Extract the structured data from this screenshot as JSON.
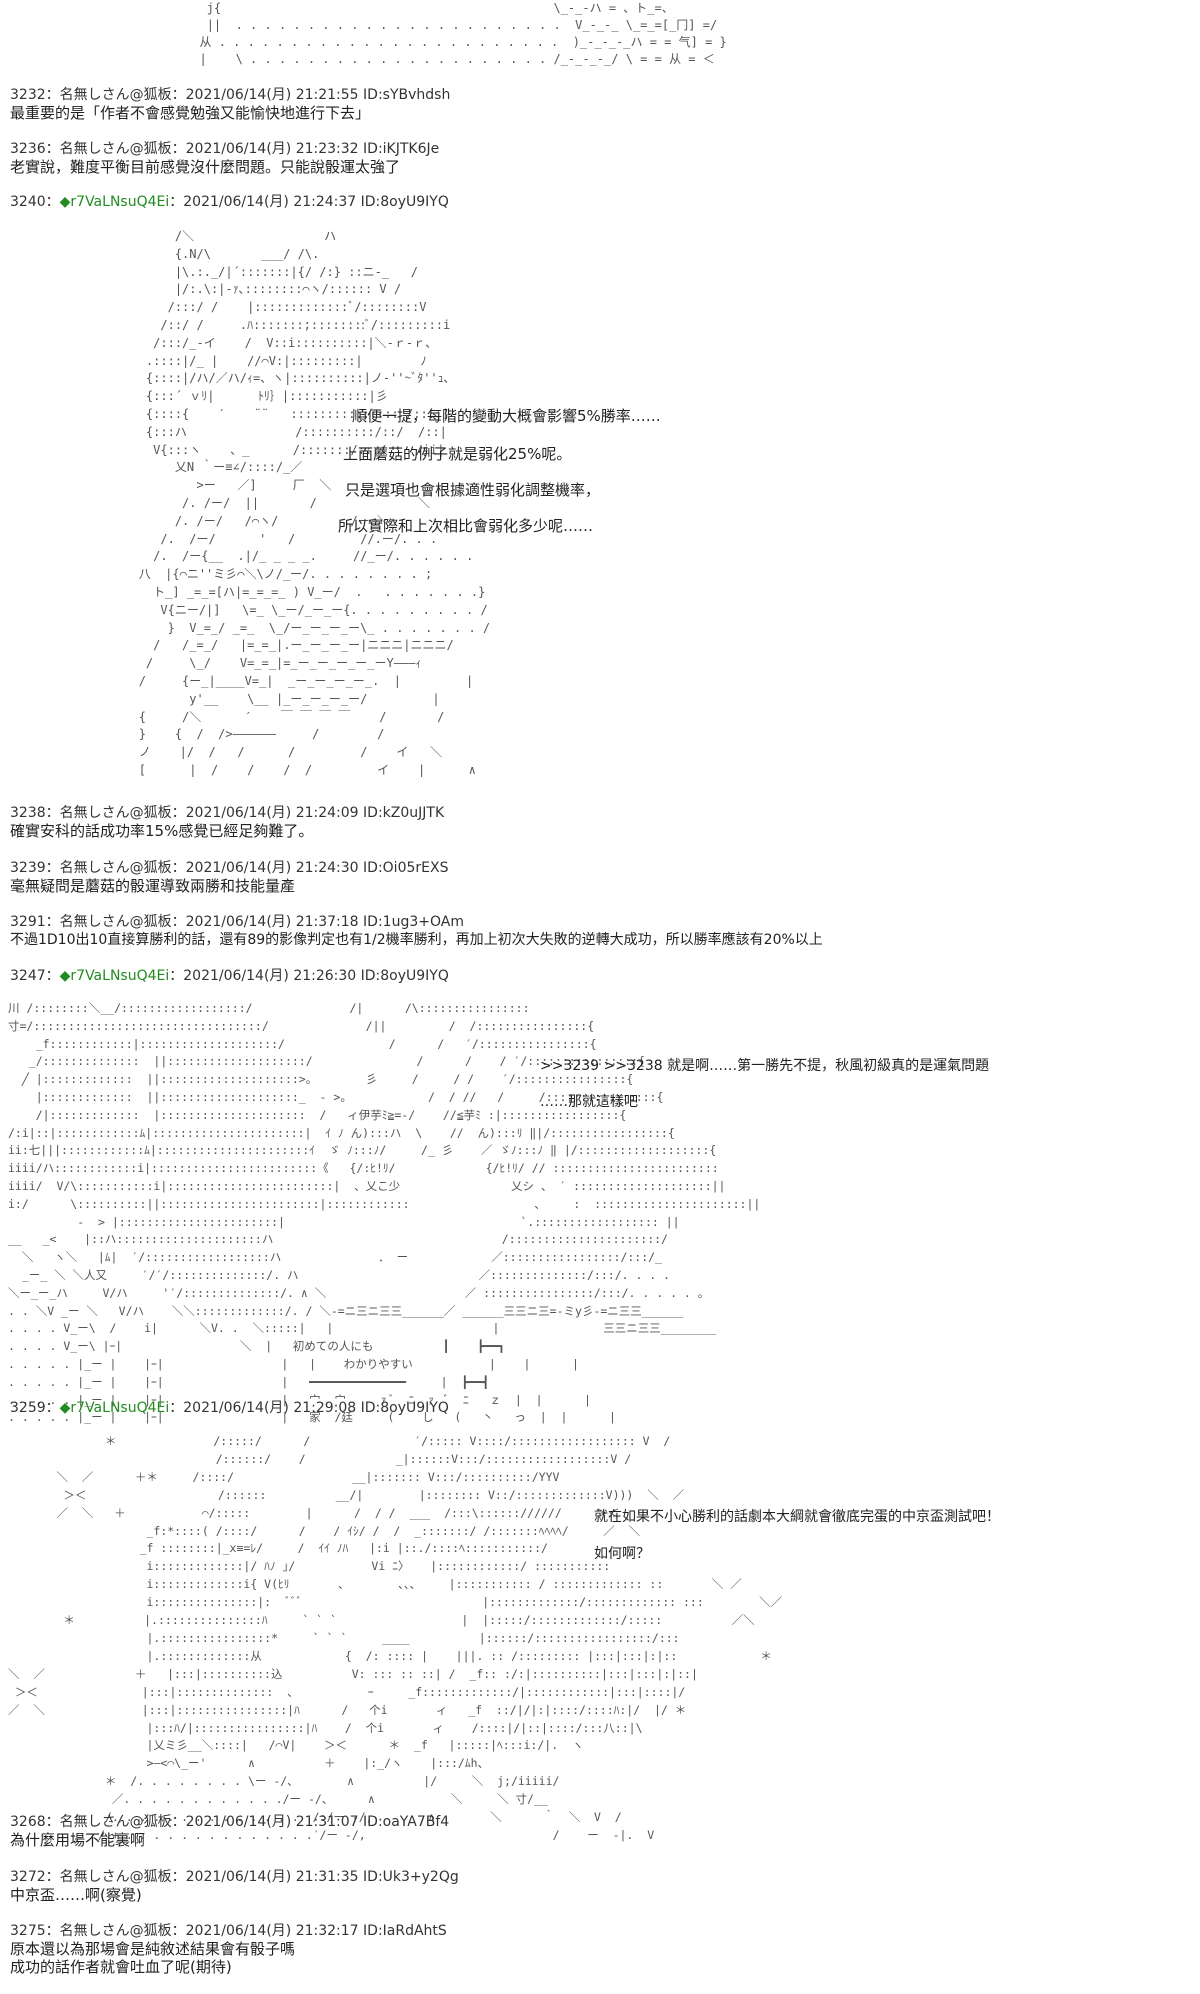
{
  "aa_top": "            j{                                              \\_-_-ハ = 、ト_=、\n            ||  . . . . . . . . . . . . . . . . . . . . . . .  V_-_-_ \\_=_=[_冂] =/\n           从 . . . . . . . . . . . . . . . . . . . . . . . .  )_-_-_-_ハ = = 气] = }\n           |    \\ . . . . . . . . . . . . . . . . . . . . . /_-_-_-_/ \\ = = 从 = ＜",
  "posts": [
    {
      "num": "3232",
      "name": "：名無しさん@狐板",
      "trip": "",
      "datetime": "：2021/06/14(月) 21:21:55 ID:sYBvhdsh",
      "body": [
        "最重要的是「作者不會感覺勉強又能愉快地進行下去」"
      ]
    },
    {
      "num": "3236",
      "name": "：名無しさん@狐板",
      "trip": "",
      "datetime": "：2021/06/14(月) 21:23:32 ID:iKJTK6Je",
      "body": [
        "老實說，難度平衡目前感覺沒什麼問題。只能說骰運太強了"
      ]
    },
    {
      "num": "3240",
      "name": "：",
      "trip": "◆r7VaLNsuQ4Ei",
      "datetime": "：2021/06/14(月) 21:24:37 ID:8oyU9IYQ",
      "body": []
    },
    {
      "num": "3238",
      "name": "：名無しさん@狐板",
      "trip": "",
      "datetime": "：2021/06/14(月) 21:24:09 ID:kZ0uJJTK",
      "body": [
        "確實安科的話成功率15%感覺已經足夠難了。"
      ]
    },
    {
      "num": "3239",
      "name": "：名無しさん@狐板",
      "trip": "",
      "datetime": "：2021/06/14(月) 21:24:30 ID:Oi05rEXS",
      "body": [
        "毫無疑問是蘑菇的骰運導致兩勝和技能量產"
      ]
    },
    {
      "num": "3291",
      "name": "：名無しさん@狐板",
      "trip": "",
      "datetime": "：2021/06/14(月) 21:37:18 ID:1ug3+OAm",
      "body": [
        "不過1D10出10直接算勝利的話，還有89的影像判定也有1/2機率勝利，再加上初次大失敗的逆轉大成功，所以勝率應該有20%以上"
      ]
    },
    {
      "num": "3247",
      "name": "：",
      "trip": "◆r7VaLNsuQ4Ei",
      "datetime": "：2021/06/14(月) 21:26:30 ID:8oyU9IYQ",
      "body": []
    },
    {
      "num": "3259",
      "name": "：",
      "trip": "◆r7VaLNsuQ4Ei",
      "datetime": "：2021/06/14(月) 21:29:08 ID:8oyU9IYQ",
      "body": []
    },
    {
      "num": "3268",
      "name": "：名無しさん@狐板",
      "trip": "",
      "datetime": "：2021/06/14(月) 21:31:07 ID:oaYA7Bf4",
      "body": [
        "為什麼用場不能裏啊"
      ]
    },
    {
      "num": "3272",
      "name": "：名無しさん@狐板",
      "trip": "",
      "datetime": "：2021/06/14(月) 21:31:35 ID:Uk3+y2Qg",
      "body": [
        "中京盃……啊(察覺)"
      ]
    },
    {
      "num": "3275",
      "name": "：名無しさん@狐板",
      "trip": "",
      "datetime": "：2021/06/14(月) 21:32:17 ID:IaRdAhtS",
      "body": [
        "原本還以為那場會是純敘述結果會有骰子嗎",
        "成功的話作者就會吐血了呢(期待)"
      ]
    }
  ],
  "aa_3240": "                 /＼                  ハ\n                 {.N/\\       ___/ /\\.\n                 |\\.:._/|´:::::::|{/ /:} ::ニ-_   /\n                 |/:.\\:|-ｧ､::::::::⌒ヽ/:::::: V /\n                /:::/ /    |:::::::::::::ﾞ/::::::::V\n               /::/ /     .ﾊ:::::::;::::::::ﾞ/:::::::::i\n              /:::/_-イ    /  V::i::::::::::|＼-ｒ-ｒ、\n             .::::|/_ |    //⌒V:|:::::::::|        ﾉ\n             {::::|/ハ/／ハ/ｨ=、ヽ|::::::::::|ノ-''~ﾞﾀ''ｭ､\n             {:::´ ｖﾘ|      ﾄﾘ｝|:::::::::::|彡\n             {::::{    ′    ¨¨   ::::::::::::::: /::::|\n             {:::ハ               /::::::::::/::/  /::|\n              V{:::ヽ    、_      /:::::::/:::/    /ii|\n                 乂N ｀ー≡∠/::::/_／\n                    >ー   ／]     厂  ＼\n                  /. /ー/  ||       /              ＼\n                 /. /ー/   /⌒ヽ/          /ー⌒＼\n               /.  /ー/      '   /         //.ー/. . .\n              /.  /ー{__  .|/_ _ _ _.     //_ー/. . . . . .\n            八  |{⌒ニ''ミ彡⌒＼\\ノ/_ー/. . . . . . . . ;\n              ト_] _=_=[ハ|=_=_=_ ) V_ー/  .   . . . . . . .}\n               V{ニー/|]   \\=_ \\_ー/_ー_ー{. . . . . . . . . /\n                }  V_=_/ _=_  \\_/ー_ー_ー_ー\\_ . . . . . . . /\n              /   /_=_/   |=_=_|.ー_ー_ー_ー|ニニニ|ニニニ/\n             /     \\_/    V=_=_|=_ー_ー_ー_ー_ーY―――ｨ\n            /     {ー_|____V=_|  _ー_ー_ー_ー_.  |         |\n                   y'__    \\__ |_ー_ー_ー_ー/         |\n            {     /＼      ′    ￣ ￣ ￣ ￣    /       /\n            }    {  /  />――――――     /        /\n            ノ    |/  /   /      /         /    イ   ＼\n            [      |  /    /    /  /         イ    |      ∧",
  "side_3240": [
    "順便一提，每階的變動大概會影響5%勝率……",
    "上面蘑菇的例子就是弱化25%呢。",
    "只是選項也會根據適性弱化調整機率，",
    "所以實際和上次相比會弱化多少呢……"
  ],
  "aa_3247": "川 /::::::::＼__/::::::::::::::::::/              /|      /\\::::::::::::::::\n寸=/:::::::::::::::::::::::::::::::::/              /||         /  /::::::::::::::::{\n    _f::::::::::::|::::::::::::::::::::/               /      /   ′/::::::::::::::::{\n   _/::::::::::::::  ||::::::::::::::::::::/               /      /    / ′/::::::::::::::::{\n  ╱ |:::::::::::::  ||::::::::::::::::::::>。       彡     /     / /    ′/::::::::::::::::{\n    |:::::::::::::  ||::::::::::::::::::::_  - >。           /  / //   /     /::::::::::::::::{\n    /|:::::::::::::  |:::::::::::::::::::::  /   ィ伊芋ﾐ≧=-/    //≦芋ﾐ :|:::::::::::::::::{\n/:i|::|::::::::::::ﾑ|::::::::::::::::::::::|  ｲ ﾉ ん):::ハ  \\    //  ん):::ﾘ ‖|/:::::::::::::::::{\nii:七|||::::::::::::ﾑ|::::::::::::::::::::::ｲ  ゞ ﾉ:::ﾉ/     /_ 彡    ／ ゞﾉ:::ﾉ ‖ |/:::::::::::::::::::{\niiii/ハ::::::::::::i|::::::::::::::::::::::::《   {/:ﾋ!ﾘ/             {/ﾋ!ﾘ/ // ::::::::::::::::::::::::\niiii/  V/\\:::::::::::i|::::::::::::::::::::::::|  、乂こ少                乂シ 、 ′ ::::::::::::::::::::||\ni:/      \\::::::::::||:::::::::::::::::::::::|::::::::::::                  、    :  ::::::::::::::::::::::||\n          -  > |:::::::::::::::::::::::|                                  `.:::::::::::::::::: ||\n__   _<    |::ハ:::::::::::::::::::::ハ                                 /::::::::::::::::::::::/\n  ＼   ヽ＼   |ﾑ|  ′/::::::::::::::::::ハ              ． ー            ／:::::::::::::::::/:::/_\n  _ー_ ＼ ＼人又     ′/′/::::::::::::::/. ハ                          ／::::::::::::::/:::/. . . .\n＼ー_ー_ハ     V/ハ     '′/::::::::::::::/. ∧ ＼                    ／ ::::::::::::::::/:::/. . . . . ｡\n. . ＼V _ー ＼   V/ハ    ＼＼:::::::::::::/. / ＼-=ニ三ニ三三______／ ______三三ニ三=-ミy彡-=ニ三三______\n. . . . V_ー\\  /    i|      ＼V. .  ＼:::::|   |                       |               三三ニ三三________\n. . . . V_ー\\ |ｰ|                 ＼  |   初めての人にも          ┃    ┣━━┓\n. . . . . |_ー |    |ｰ|                 |   |    わかりやすい           |    |      |\n. . . . . |_ー |    |ｰ|                 |   ━━━━━━━━━━━━━━     |  ┣━━┫\n. . . . . |_ー |    |ｰ|                 |   宀  宀     ｧ ﾞ  ﾆ  ｧ  ﾞ  ﾆ   ｚ  |  |      |\n. . . . . |_ー |    |ｰ|                 |   家  /廷     (    し   (   丶   っ  |  |      |",
  "side_3247": [
    ">>3239 >>3238 就是啊……第一勝先不提，秋風初級真的是運氣問題",
    "……那就這樣吧"
  ],
  "aa_3259": "              ＊              /:::::/      /               ′/::::: V::::/:::::::::::::::::: V  /\n                              /::::::/    /             _|::::::V:::/::::::::::::::::::V /\n       ＼  ／      ＋＊     /::::/                 __|::::::: V:::/::::::::::/YYV\n        ＞＜                   /::::::          __/|        |:::::::: V::/:::::::::::::V)))  ＼  ／\n       ／  ＼   ＋           ⌒/:::::        |      /  / /  ___  /:::\\:::::://////     ＞＜\n                    _f:*::::( /::::/      /    / ｲｼ/ /  /  _:::::::/ /:::::::ﾍﾍﾍﾍ/     ／  ＼\n                   _f ::::::::|_x≡=ﾚ/     /  ｲｲ ﾉﾊ   |:i |::./::::ﾍ:::::::::::/\n                    i:::::::::::::|/ ﾊﾉ ｣/           Vi ﾆ〉   |::::::::::::/ :::::::::::\n                    i:::::::::::::i{ V(ﾋﾘ       、       、、、    |::::::::::: / ::::::::::::: ::       ＼ ／\n                    i:::::::::::::::|:  ﾞﾞﾞ                          |:::::::::::::/::::::::::::: :::        ＼／\n        ＊          |.:::::::::::::::ﾊ     ` ` `                  |  |:::::/:::::::::::::/:::::          ／＼\n                    |.::::::::::::::::*     ` ` `     ____          |::::::/:::::::::::::::::/:::\n                    |.:::::::::::::从            {  /: :::: |    |||. :: /::::::::: |:::|:::|:|::            ＊\n＼  ／             ＋   |:::|::::::::::込          V: ::: :: ::| /  _f:: :/:|::::::::::|:::|:::|:|::|\n ＞＜               |:::|::::::::::::::  、          ｰ     _f:::::::::::::/|::::::::::::|:::|::::|/\n／  ＼              |:::|::::::::::::::::|ﾊ      /   个i       ィ   _f  ::/|/|:|::::/::::ﾊ:|/  |/ ＊\n                    |:::ﾊ/|::::::::::::::::|ﾊ    /  个i       ィ    /::::|/|::|::::/:::八::|\\\n                    |乂ミ彡__＼::::|   /⌒V|    ＞＜      ＊  _f   |:::::|ﾍ:::i:/|.  ヽ\n                    >―<⌒\\_ー'      ∧          ＋    |:_/ヽ    |:::/ﾑh、\n              ＊  /. . . . . . . . \\ー -/、       ∧          |/     ＼  j;/iiiii/\n               ／. . . . . . . . . . . ./ー -/、     ∧           ＼     ＼ 寸/__\n              /. . . . . . . . . . . . . .  /:/ー -/,        ∧        ＼      ｀  ＼  V  /\n             /.+ . . . . . . . . . . . . . .′/ー -/,                           /    ー  -|.  V",
  "side_3259": [
    "就在如果不小心勝利的話劇本大綱就會徹底完蛋的中京盃測試吧！",
    "如何啊？"
  ]
}
